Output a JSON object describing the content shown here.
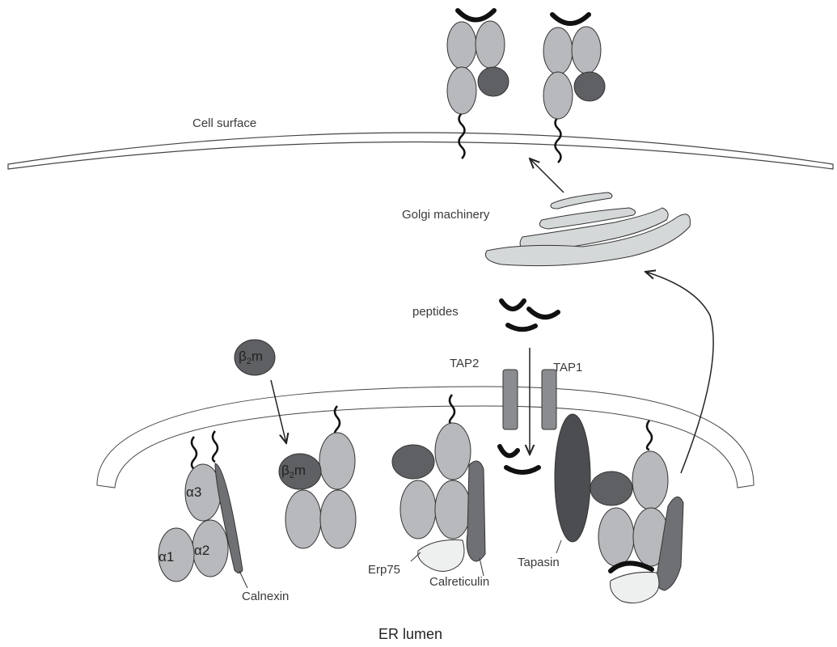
{
  "labels": {
    "cell_surface": "Cell surface",
    "golgi": "Golgi machinery",
    "peptides": "peptides",
    "tap2": "TAP2",
    "tap1": "TAP1",
    "beta2m_symbol": "β",
    "beta2m_sub": "2",
    "beta2m_m": "m",
    "alpha1": "α1",
    "alpha2": "α2",
    "alpha3": "α3",
    "calnexin": "Calnexin",
    "erp75": "Erp75",
    "calreticulin": "Calreticulin",
    "tapasin": "Tapasin",
    "er_lumen": "ER lumen"
  },
  "colors": {
    "heavy_chain": "#b7b9bc",
    "beta2m": "#5f6063",
    "chaperone": "#6e7073",
    "tapasin": "#4b4d50",
    "tap": "#8a8c8f",
    "erp": "#eeefef",
    "golgi": "#d5d8d9",
    "peptide": "#111111",
    "outline": "#333333"
  }
}
